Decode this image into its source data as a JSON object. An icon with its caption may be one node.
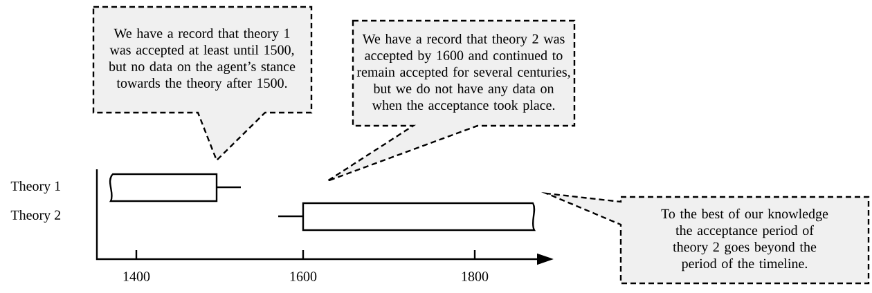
{
  "diagram": {
    "nodes": [
      {
        "text": [
          "We have a record that theory 1 was accepted at least until 1500, but no data on the agent’s stance towards the theory after 1500."
        ]
      },
      {
        "text": [
          "We have a record that theory 2 was accepted by 1600 and continued to remain accepted for several centuries, but we do not have any data on when the acceptance took place."
        ]
      },
      {
        "text": [
          "To the best of our knowledge the acceptance period of theory 2 goes beyond the period of the timeline."
        ]
      }
    ],
    "edges": [],
    "labels": [
      "Theory 1",
      "Theory 2",
      "1400",
      "1600",
      "1800"
    ]
  }
}
